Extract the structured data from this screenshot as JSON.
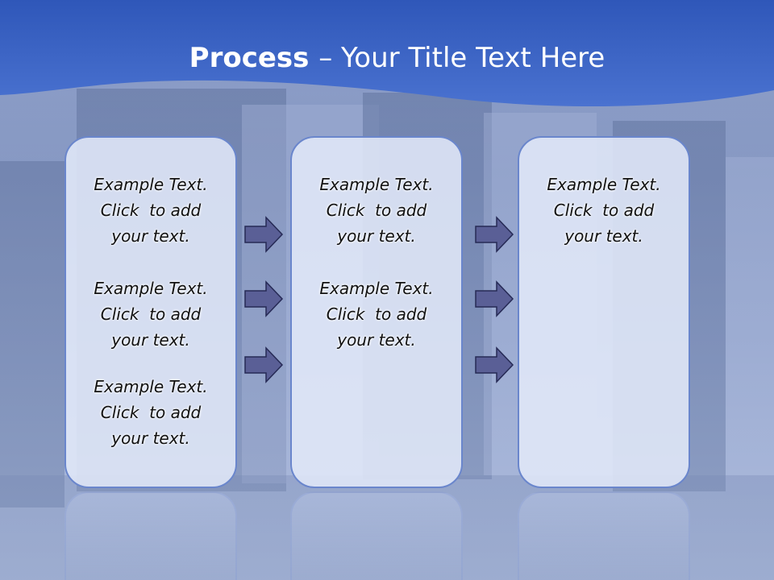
{
  "slide": {
    "title_bold": "Process ",
    "title_rest": " – Your Title Text Here"
  },
  "columns": [
    {
      "items": [
        [
          "Example Text.",
          "Click  to add",
          "your text."
        ],
        [
          "Example Text.",
          "Click  to add",
          "your text."
        ],
        [
          "Example Text.",
          "Click  to add",
          "your text."
        ]
      ]
    },
    {
      "items": [
        [
          "Example Text.",
          "Click  to add",
          "your text."
        ],
        [
          "Example Text.",
          "Click  to add",
          "your text."
        ]
      ]
    },
    {
      "items": [
        [
          "Example Text.",
          "Click  to add",
          "your text."
        ]
      ]
    }
  ],
  "icons": {
    "arrow": "right-arrow-icon"
  },
  "colors": {
    "header": "#3b63c4",
    "box_border": "#6a86cc",
    "arrow_fill": "#5a5f96"
  }
}
